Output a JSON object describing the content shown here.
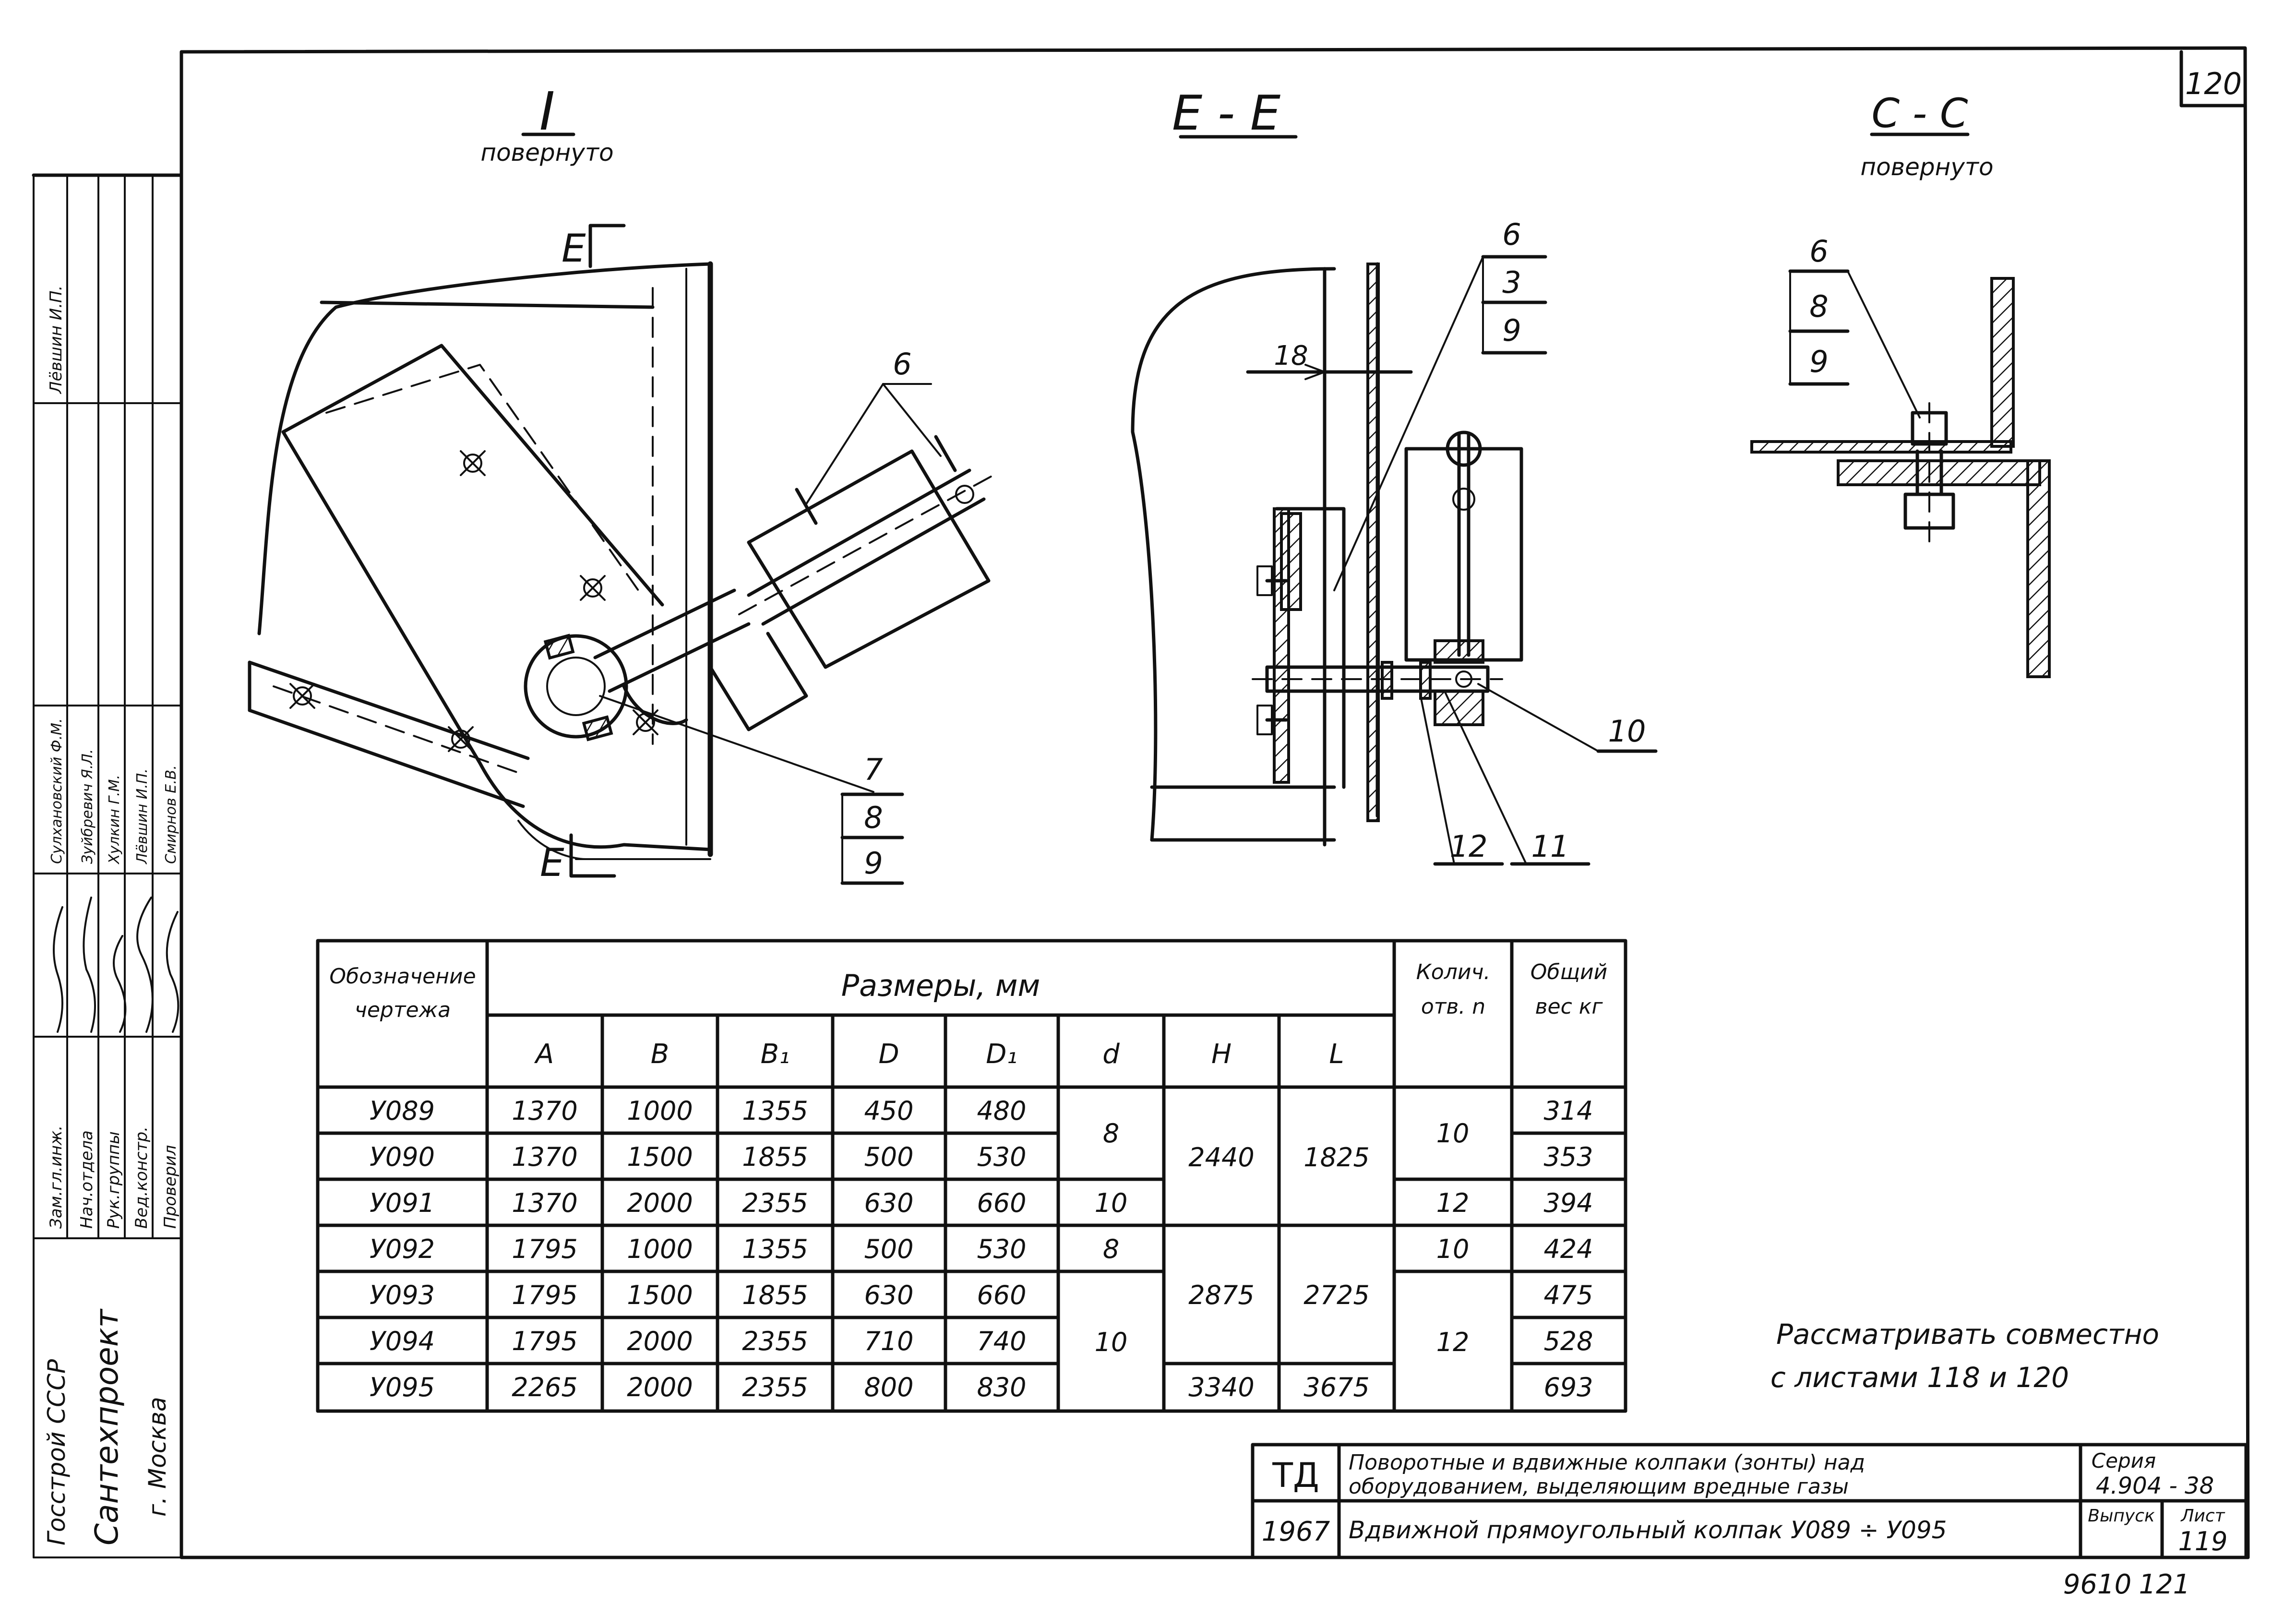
{
  "sheet": {
    "corner_number": "120",
    "bottom_numbers": [
      "9610",
      "121"
    ]
  },
  "views": {
    "view1": {
      "title": "I",
      "subtitle": "повернуто",
      "cut_label_top": "Е",
      "cut_label_bottom": "Е",
      "callouts": [
        "6",
        "7",
        "8",
        "9"
      ]
    },
    "view2": {
      "title": "Е - Е",
      "callouts": [
        "6",
        "3",
        "9",
        "18",
        "10",
        "12",
        "11"
      ]
    },
    "view3": {
      "title": "С - С",
      "subtitle": "повернуто",
      "callouts": [
        "6",
        "8",
        "9"
      ]
    }
  },
  "side_stamp": {
    "roles": [
      "Зам.гл.инж.",
      "Нач.отдела",
      "Рук.группы",
      "Вед.констр.",
      "Проверил"
    ],
    "names": [
      "Лёвшин И.П.",
      "Сулхановский Ф.М.",
      "Зуйбревич Я.Л.",
      "Хулкин Г.М.",
      "Лёвшин И.П.",
      "Смирнов Е.В."
    ],
    "org": [
      "Госстрой СССР",
      "Сантехпроект",
      "г. Москва"
    ]
  },
  "table": {
    "header_designation": "Обозначение чертежа",
    "header_dims": "Размеры, мм",
    "dim_cols": [
      "A",
      "B",
      "B₁",
      "D",
      "D₁",
      "d",
      "H",
      "L"
    ],
    "header_count": "Колич. отв. n",
    "header_weight": "Общий вес кг",
    "rows": [
      {
        "code": "У089",
        "A": "1370",
        "B": "1000",
        "B1": "1355",
        "D": "450",
        "D1": "480",
        "weight": "314"
      },
      {
        "code": "У090",
        "A": "1370",
        "B": "1500",
        "B1": "1855",
        "D": "500",
        "D1": "530",
        "weight": "353"
      },
      {
        "code": "У091",
        "A": "1370",
        "B": "2000",
        "B1": "2355",
        "D": "630",
        "D1": "660",
        "weight": "394"
      },
      {
        "code": "У092",
        "A": "1795",
        "B": "1000",
        "B1": "1355",
        "D": "500",
        "D1": "530",
        "weight": "424"
      },
      {
        "code": "У093",
        "A": "1795",
        "B": "1500",
        "B1": "1855",
        "D": "630",
        "D1": "660",
        "weight": "475"
      },
      {
        "code": "У094",
        "A": "1795",
        "B": "2000",
        "B1": "2355",
        "D": "710",
        "D1": "740",
        "weight": "528"
      },
      {
        "code": "У095",
        "A": "2265",
        "B": "2000",
        "B1": "2355",
        "D": "800",
        "D1": "830",
        "weight": "693"
      }
    ],
    "merged": {
      "d_89_90": "8",
      "d_91": "10",
      "d_92": "8",
      "d_93_95": "10",
      "H_89_91": "2440",
      "H_92_94": "2875",
      "H_95": "3340",
      "L_89_91": "1825",
      "L_92_94": "2725",
      "L_95": "3675",
      "n_89_90": "10",
      "n_91": "12",
      "n_92": "10",
      "n_93_95": "12"
    }
  },
  "note": [
    "Рассматривать совместно",
    "с листами 118 и 120"
  ],
  "title_block": {
    "td": "ТД",
    "year": "1967",
    "title_line1": "Поворотные и вдвижные колпаки (зонты) над",
    "title_line2": "оборудованием, выделяющим вредные газы",
    "sheet_title": "Вдвижной прямоугольный колпак У089 ÷ У095",
    "series_label": "Серия",
    "series_value": "4.904 - 38",
    "issue_label": "Выпуск",
    "sheet_label": "Лист",
    "sheet_value": "119"
  }
}
